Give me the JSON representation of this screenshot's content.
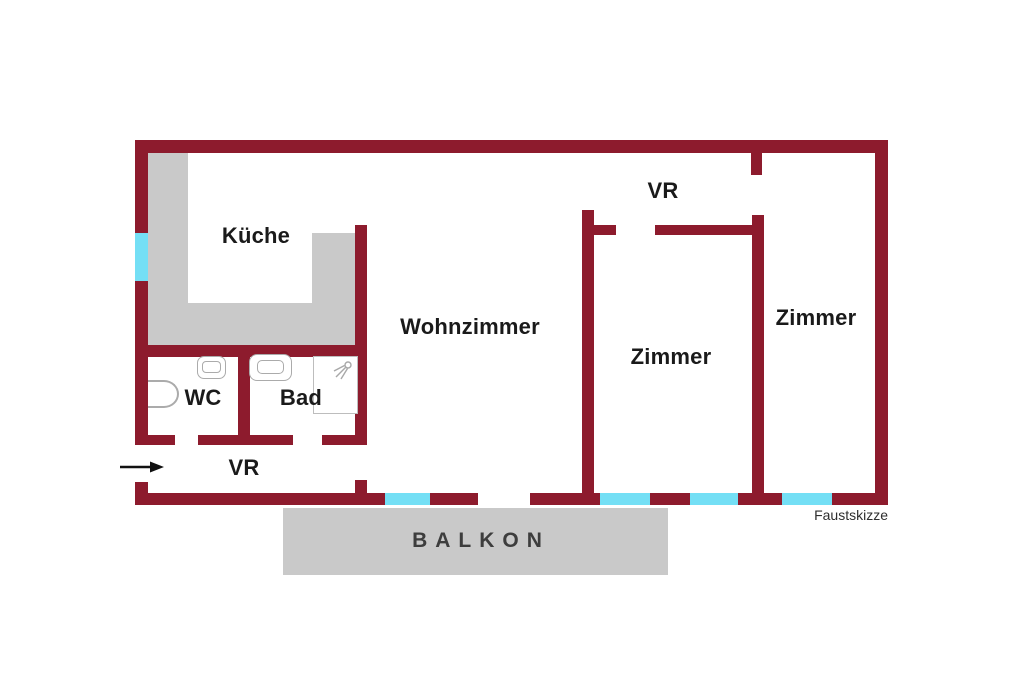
{
  "colors": {
    "wall": "#8D1B2D",
    "window": "#74DFF5",
    "surface": "#C9C9C9",
    "text": "#1A1A1A",
    "fixture": "#ABABAB",
    "arrow": "#111111",
    "balkon_text": "#3D3D3D",
    "caption_text": "#2E2E2E",
    "background": "#FFFFFF"
  },
  "rooms": {
    "kueche": {
      "label": "Küche"
    },
    "wohnzimmer": {
      "label": "Wohnzimmer"
    },
    "vr_top": {
      "label": "VR"
    },
    "zimmer_middle": {
      "label": "Zimmer"
    },
    "zimmer_right": {
      "label": "Zimmer"
    },
    "wc": {
      "label": "WC"
    },
    "bad": {
      "label": "Bad"
    },
    "vr_bottom": {
      "label": "VR"
    },
    "balkon": {
      "label": "BALKON"
    }
  },
  "caption": "Faustskizze",
  "icons": {
    "entrance": "arrow-right",
    "toilet": "toilet",
    "wc_sink": "washbasin",
    "bad_sink": "washbasin",
    "shower": "shower-head"
  }
}
